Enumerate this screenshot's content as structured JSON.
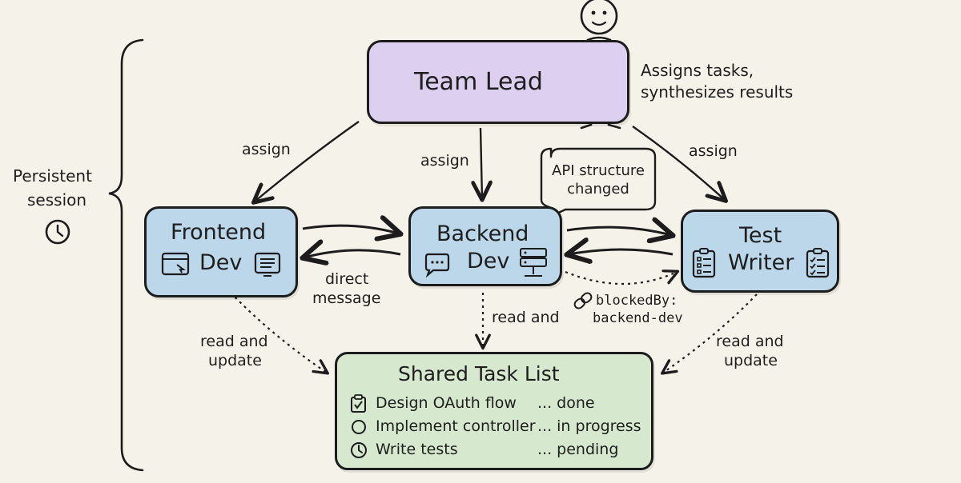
{
  "team_lead": {
    "title": "Team Lead",
    "description_line1": "Assigns tasks,",
    "description_line2": "synthesizes results"
  },
  "session": {
    "line1": "Persistent",
    "line2": "session",
    "icon": "clock-icon"
  },
  "agents": {
    "frontend": {
      "line1": "Frontend",
      "line2": "Dev"
    },
    "backend": {
      "line1": "Backend",
      "line2": "Dev"
    },
    "tester": {
      "line1": "Test",
      "line2": "Writer"
    }
  },
  "edges": {
    "assign_left": "assign",
    "assign_center": "assign",
    "assign_right": "assign",
    "direct_message_line1": "direct",
    "direct_message_line2": "message",
    "read_update_left_line1": "read and",
    "read_update_left_line2": "update",
    "read_center": "read and",
    "read_update_right_line1": "read and",
    "read_update_right_line2": "update",
    "blocked_line1": "blockedBy:",
    "blocked_line2": "backend-dev"
  },
  "speech_bubble": {
    "line1": "API structure",
    "line2": "changed"
  },
  "task_list": {
    "title": "Shared Task List",
    "items": [
      {
        "task": "Design OAuth flow",
        "status": "... done",
        "icon": "checkbox-done-icon"
      },
      {
        "task": "Implement controller",
        "status": "... in progress",
        "icon": "circle-icon"
      },
      {
        "task": "Write tests",
        "status": "... pending",
        "icon": "clock-icon"
      }
    ]
  },
  "colors": {
    "background": "#f5f2e9",
    "team_lead_fill": "#dccff0",
    "agent_fill": "#bcd6ea",
    "task_list_fill": "#d6e9cf",
    "ink": "#1c1c1c"
  }
}
